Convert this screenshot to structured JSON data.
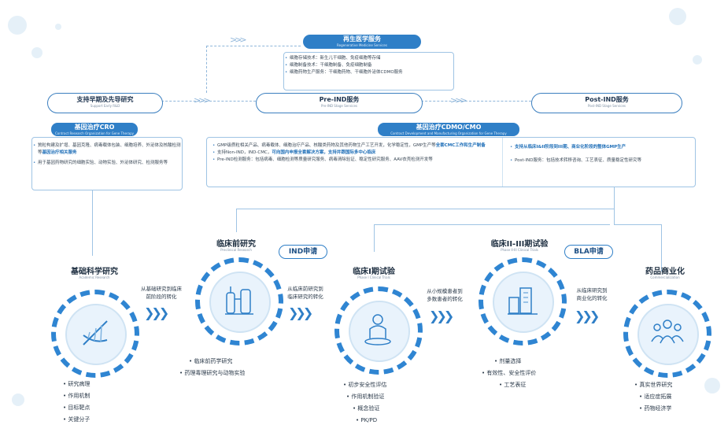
{
  "regen": {
    "title": "再生医学服务",
    "subtitle": "Regenerative Medicine Services",
    "items": [
      "细胞存储技术：新生儿干细胞、免疫细胞等存储",
      "细胞制备技术：干细胞制备、免疫细胞制备",
      "细胞药物生产服务：干细胞药物、干细胞外泌体CDMO服务"
    ]
  },
  "phases": {
    "early": {
      "title": "支持早期及先导研究",
      "subtitle": "Support Early R&D"
    },
    "preind": {
      "title": "Pre-IND服务",
      "subtitle": "Pre-IND Stage Services"
    },
    "postind": {
      "title": "Post-IND服务",
      "subtitle": "Post-IND Stage Services"
    }
  },
  "cro": {
    "title": "基因治疗CRO",
    "subtitle": "Contract Research Organization for Gene Therapy",
    "items": [
      {
        "text": "質粒构建及扩增、基因克隆、病毒载体包装、细胞培养、外泌体及核酸检测等",
        "hl": "基因治疗相关服务"
      },
      {
        "text": "用于基因药物研究的细胞实验、动物实验、外泌体研究、检测服务等",
        "hl": ""
      }
    ]
  },
  "cdmo": {
    "title": "基因治疗CDMO/CMO",
    "subtitle": "Contract Development and Manufacturing Organization for Gene Therapy",
    "left_items": [
      {
        "text": "GMP级质粒相关产品、病毒载体、细胞治疗产品、核酸类药物及其他药物生产工艺开发，化学稳定性，GMP生产等",
        "hl": "全套CMC工作和生产制备"
      },
      {
        "text": "支持Non-IND，IND-CMC，",
        "hl": "可向国内申报全套解决方案，支持并跟国际多中心临床"
      },
      {
        "text": "Pre-IND检测服务：包括病毒、细胞检测等质量研究服务、病毒清除验证、稳定性研究服务、AAV衣壳检测开发等",
        "hl": ""
      }
    ],
    "right_items": [
      {
        "text": "",
        "hl": "支持从临床I&II阶段到III期、商业化阶段的整体GMP生产"
      },
      {
        "text": "Post-IND服务：包括技术转移咨询、工艺表征、质量稳定性研究等",
        "hl": ""
      }
    ]
  },
  "milestones": {
    "ind": "IND申请",
    "bla": "BLA申请"
  },
  "stages": [
    {
      "title": "基础科学研究",
      "subtitle": "Academic Research",
      "items": [
        "研究病理",
        "作用机制",
        "目标靶点",
        "关键分子"
      ]
    },
    {
      "title": "临床前研究",
      "subtitle": "Preclinical Research",
      "items": [
        "临床前药学研究",
        "药理毒理研究与动物实验"
      ]
    },
    {
      "title": "临床I期试验",
      "subtitle": "Phase I Clinical Trials",
      "items": [
        "初步安全性评估",
        "作用机制验证",
        "概念验证",
        "PK/PD"
      ]
    },
    {
      "title": "临床II-III期试验",
      "subtitle": "Phase II-III Clinical Trials",
      "items": [
        "剂量选择",
        "有效性、安全性评价",
        "工艺表征"
      ]
    },
    {
      "title": "药品商业化",
      "subtitle": "Commercialization",
      "items": [
        "真实世界研究",
        "适应症拓展",
        "药物经济学"
      ]
    }
  ],
  "transitions": [
    {
      "line1": "从基础研究到临床",
      "line2": "前阶段的转化"
    },
    {
      "line1": "从临床前研究到",
      "line2": "临床研究的转化"
    },
    {
      "line1": "从小规模患者到",
      "line2": "多数患者的转化"
    },
    {
      "line1": "从临床研究到",
      "line2": "商业化的转化"
    }
  ],
  "colors": {
    "accent": "#2f7fc7",
    "line": "#9fc4e4",
    "text": "#2b3a4a"
  },
  "icons": [
    "dna-icon",
    "lab-equipment-icon",
    "person-icon",
    "factory-icon",
    "people-group-icon"
  ]
}
